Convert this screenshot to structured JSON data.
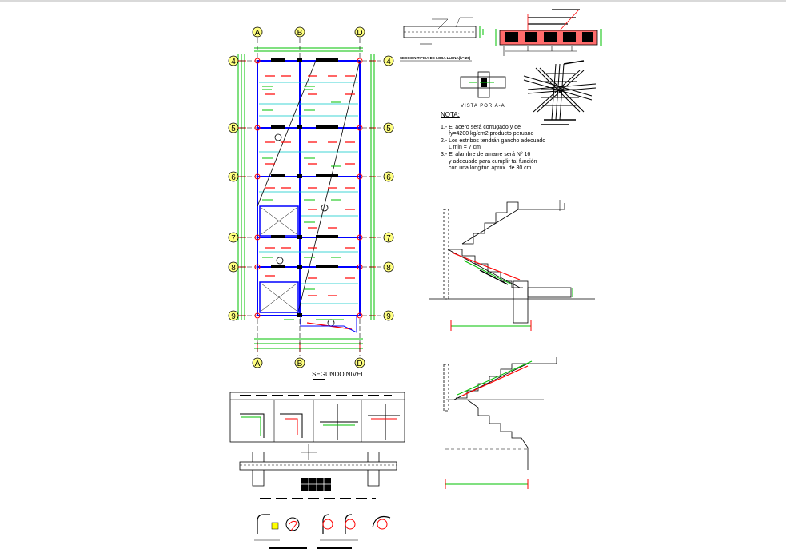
{
  "plan": {
    "title": "SEGUNDO NIVEL",
    "col_axes": [
      "A",
      "B",
      "D"
    ],
    "row_axes": [
      "4",
      "5",
      "6",
      "7",
      "8",
      "9"
    ]
  },
  "slab_section": {
    "title": "SECCION TIPICA DE LOSA LLENA(h=.20)"
  },
  "view_label": "VISTA POR A-A",
  "notes": {
    "title": "NOTA:",
    "items": [
      "1.- El acero será corrugado y de",
      "fy=4200 kg/cm2 producto peruano",
      "2.- Los estribos tendrán gancho adecuado",
      "L min = 7 cm",
      "3.- El alambre de amarre será Nº 16",
      "y adecuado para cumplir tal función",
      "con una longitud aprox. de 30 cm."
    ]
  },
  "colors": {
    "beam": "#0000ff",
    "rebar": "#ff0000",
    "dimension": "#00c000",
    "stirrup": "#00c8c8",
    "axis_bubble": "#ffff80",
    "ink": "#000000"
  }
}
